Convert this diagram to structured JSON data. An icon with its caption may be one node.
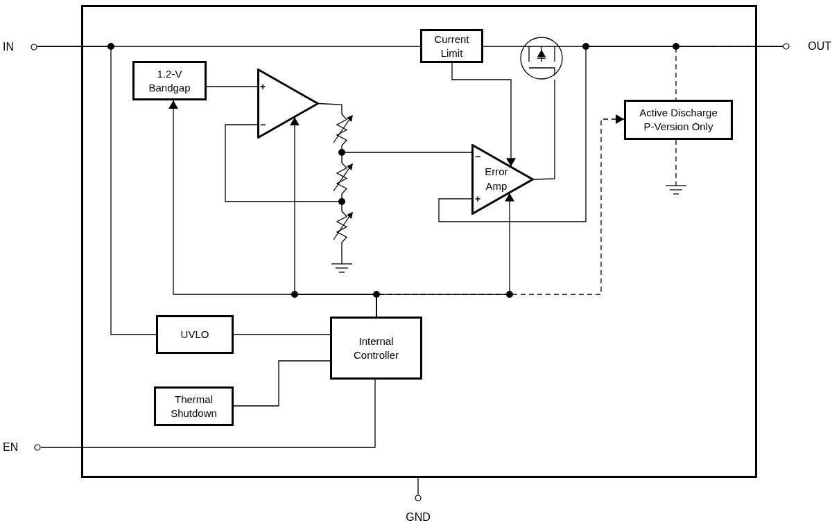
{
  "diagram": {
    "nodes": [
      {
        "text": [],
        "shape": "box"
      },
      {
        "text": [
          "IN"
        ]
      },
      {
        "text": [
          "OUT"
        ]
      },
      {
        "text": [
          "Current Limit"
        ],
        "in": 0
      },
      {
        "text": [],
        "shape": "transistor",
        "in": 0
      },
      {
        "text": [
          "1.2-V Bandgap"
        ],
        "in": 0
      },
      {
        "text": [],
        "shape": "triangle",
        "in": 0
      },
      {
        "text": [
          "Active Discharge P-Version Only"
        ],
        "in": 0
      },
      {
        "text": [],
        "shape": "resistor",
        "in": 0
      },
      {
        "text": [
          "Error Amp"
        ],
        "in": 0
      },
      {
        "text": [
          "UVLO"
        ],
        "in": 0
      },
      {
        "text": [
          "Internal Controller"
        ],
        "in": 0
      },
      {
        "text": [
          "Thermal Shutdown"
        ],
        "in": 0
      },
      {
        "text": [
          "EN"
        ]
      },
      {
        "text": [
          "GND"
        ]
      }
    ],
    "edges": [
      {
        "from": 1,
        "to": 3,
        "arrow": "none"
      },
      {
        "from": 1,
        "to": 10,
        "arrow": "none"
      },
      {
        "from": 3,
        "to": 4,
        "arrow": "none"
      },
      {
        "from": 4,
        "to": 2,
        "arrow": "none"
      },
      {
        "from": 3,
        "to": 9,
        "arrow": "to"
      },
      {
        "from": 5,
        "to": 6,
        "arrow": "none"
      },
      {
        "from": 6,
        "to": 8,
        "arrow": "none"
      },
      {
        "from": 8,
        "to": 6,
        "arrow": "none"
      },
      {
        "from": 8,
        "to": 9,
        "arrow": "none"
      },
      {
        "from": 9,
        "to": 4,
        "arrow": "none"
      },
      {
        "from": 2,
        "to": 9,
        "arrow": "none"
      },
      {
        "from": 2,
        "to": 7,
        "arrow": "none",
        "style": "dashed"
      },
      {
        "from": 11,
        "to": 5,
        "arrow": "to"
      },
      {
        "from": 11,
        "to": 6,
        "arrow": "to"
      },
      {
        "from": 11,
        "to": 9,
        "arrow": "to"
      },
      {
        "from": 11,
        "to": 7,
        "arrow": "to",
        "style": "dashed"
      },
      {
        "from": 10,
        "to": 11,
        "arrow": "none"
      },
      {
        "from": 12,
        "to": 11,
        "arrow": "none"
      },
      {
        "from": 13,
        "to": 11,
        "arrow": "none"
      },
      {
        "from": 0,
        "to": 14,
        "arrow": "none"
      }
    ],
    "labels": [
      "+",
      "−",
      "−",
      "+"
    ]
  }
}
